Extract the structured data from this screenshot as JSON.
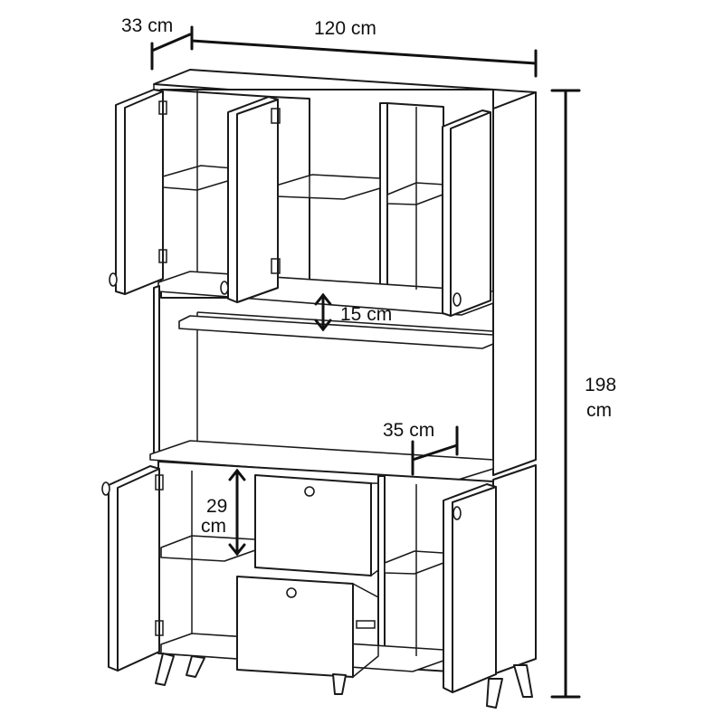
{
  "dimensions": {
    "depth": "33 cm",
    "width": "120 cm",
    "height_value": "198",
    "height_unit": "cm",
    "gap_upper": "15 cm",
    "counter_depth": "35 cm",
    "drawer_gap_value": "29",
    "drawer_gap_unit": "cm"
  }
}
